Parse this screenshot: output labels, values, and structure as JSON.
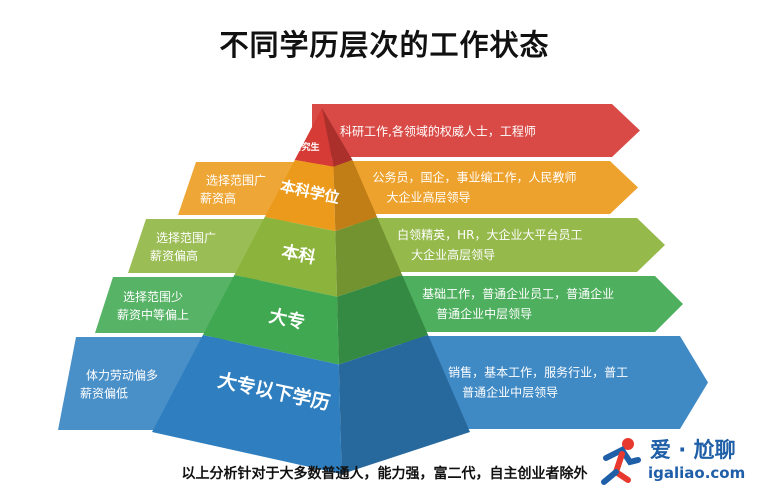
{
  "title": "不同学历层次的工作状态",
  "footnote": "以上分析针对于大多数普通人，能力强，富二代，自主创业者除外",
  "levels": [
    {
      "name": "研究生",
      "left_lines": [],
      "right_lines": [
        "科研工作,各领域的权威人士，工程师"
      ],
      "color": "#d63b36"
    },
    {
      "name": "本科学位",
      "left_lines": [
        "选择范围广",
        "薪资高"
      ],
      "right_lines": [
        "公务员，国企，事业编工作，人民教师",
        "大企业高层领导"
      ],
      "color": "#ec9a1b"
    },
    {
      "name": "本科",
      "left_lines": [
        "选择范围广",
        "薪资偏高"
      ],
      "right_lines": [
        "白领精英，HR，大企业大平台员工",
        "大企业高层领导"
      ],
      "color": "#8cb33c"
    },
    {
      "name": "大专",
      "left_lines": [
        "选择范围少",
        "薪资中等偏上"
      ],
      "right_lines": [
        "基础工作，普通企业员工，普通企业",
        "普通企业中层领导"
      ],
      "color": "#3fa850"
    },
    {
      "name": "大专以下学历",
      "left_lines": [
        "体力劳动偏多",
        "薪资偏低"
      ],
      "right_lines": [
        "销售，基本工作，服务行业，普工",
        "普通企业中层领导"
      ],
      "color": "#2f7fc0"
    }
  ],
  "logo": {
    "name": "爱 · 尬聊",
    "url": "igaliao.com",
    "icon": "running-person-icon",
    "colors": [
      "#e8392e",
      "#1f5fa8"
    ]
  }
}
